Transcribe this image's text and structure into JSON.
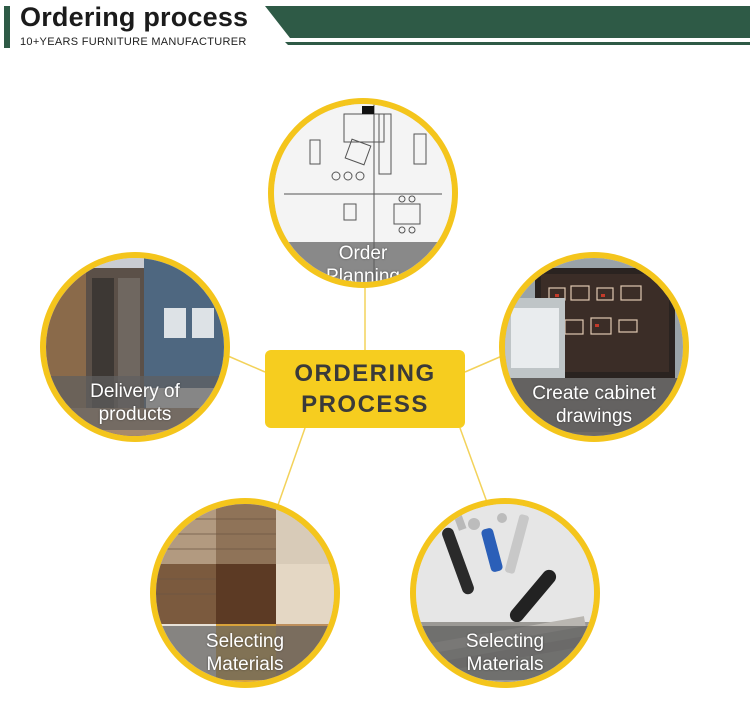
{
  "header": {
    "title": "Ordering process",
    "subtitle": "10+YEARS FURNITURE MANUFACTURER"
  },
  "center": {
    "line1": "ORDERING",
    "line2": "PROCESS"
  },
  "steps": [
    {
      "line1": "Order",
      "line2": "Planning"
    },
    {
      "line1": "Delivery of",
      "line2": "products"
    },
    {
      "line1": "Create cabinet",
      "line2": "drawings"
    },
    {
      "line1": "Selecting",
      "line2": "Materials"
    },
    {
      "line1": "Selecting",
      "line2": "Materials"
    }
  ],
  "colors": {
    "accent_yellow": "#f6cd1f",
    "brand_green": "#2e5a46",
    "label_band": "#5f5f5f"
  }
}
